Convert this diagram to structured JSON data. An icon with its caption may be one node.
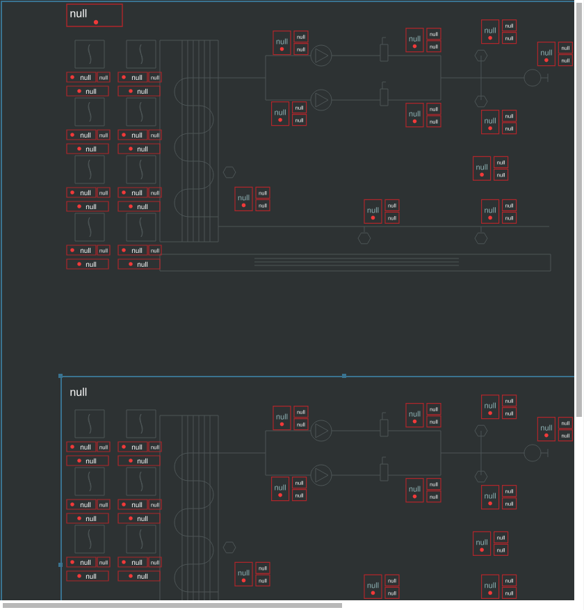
{
  "diagram": {
    "labels": [
      "null",
      "null",
      "null",
      "null",
      "null",
      "null",
      "null",
      "null",
      "null",
      "null",
      "null",
      "null",
      "null",
      "null",
      "null",
      "null",
      "null",
      "null",
      "null",
      "null",
      "null",
      "null",
      "null",
      "null",
      "null",
      "null",
      "null",
      "null",
      "null",
      "null",
      "null",
      "null",
      "null",
      "null",
      "null",
      "null",
      "null",
      "null",
      "null",
      "null",
      "null",
      "null",
      "null",
      "null",
      "null",
      "null",
      "null",
      "null",
      "null",
      "null",
      "null",
      "null",
      "null",
      "null",
      "null",
      "null",
      "null",
      "null",
      "null",
      "null",
      "null",
      "null",
      "null",
      "null",
      "null",
      "null",
      "null",
      "null",
      "null",
      "null",
      "null",
      "null",
      "null",
      "null",
      "null",
      "null",
      "null",
      "null",
      "null",
      "null",
      "null",
      "null",
      "null",
      "null",
      "null",
      "null",
      "null",
      "null",
      "null",
      "null",
      "null",
      "null",
      "null",
      "null",
      "null",
      "null",
      "null",
      "null",
      "null",
      "null",
      "null",
      "null",
      "null",
      "null",
      "null",
      "null",
      "null",
      "null",
      "null",
      "null"
    ]
  }
}
